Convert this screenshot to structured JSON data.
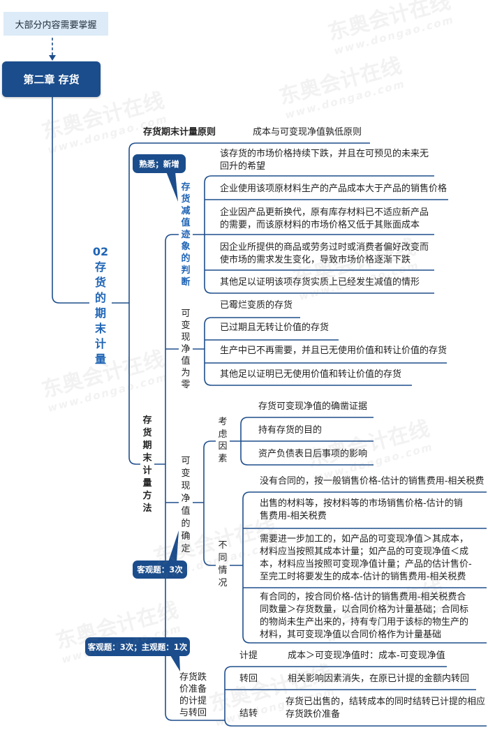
{
  "colors": {
    "accent": "#1b4d8c",
    "line": "#1f4e8c",
    "highlight_text": "#1f64b5",
    "note_bg": "#dcebf7",
    "text": "#222222"
  },
  "note": {
    "text": "大部分内容需要掌握"
  },
  "chapter": {
    "title": "第二章 存货"
  },
  "section": {
    "number": "02",
    "title": "存货的期末计量"
  },
  "principle": {
    "label": "存货期末计量原则",
    "value": "成本与可变现净值孰低原则"
  },
  "method": {
    "label": "存货期末计量方法"
  },
  "badges": {
    "impairment": "熟悉；新增",
    "determination": "客观题：3次",
    "provision": "客观题：3次；主观题：1次"
  },
  "impairment_signs": {
    "label": "存货减值迹象的判断",
    "items": [
      "该存货的市场价格持续下跌，并且在可预见的未来无回升的希望",
      "企业使用该项原材料生产的产品成本大于产品的销售价格",
      "企业因产品更新换代，原有库存材料已不适应新产品的需要，而该原材料的市场价格又低于其账面成本",
      "因企业所提供的商品或劳务过时或消费者偏好改变而使市场的需求发生变化，导致市场价格逐渐下跌",
      "其他足以证明该项存货实质上已经发生减值的情形"
    ]
  },
  "nrv_zero": {
    "label": "可变现净值为零",
    "items": [
      "已霉烂变质的存货",
      "已过期且无转让价值的存货",
      "生产中已不再需要，并且已无使用价值和转让价值的存货",
      "其他足以证明已无使用价值和转让价值的存货"
    ]
  },
  "nrv_determination": {
    "label": "可变现净值的确定",
    "factors": {
      "label": "考虑因素",
      "items": [
        "存货可变现净值的确凿证据",
        "持有存货的目的",
        "资产负债表日后事项的影响"
      ]
    },
    "situations": {
      "label": "不同情况",
      "items": [
        "没有合同的，按一般销售价格-估计的销售费用-相关税费",
        "出售的材料等，按材料等的市场销售价格-估计的销售费用-相关税费",
        "需要进一步加工的，如产品的可变现净值＞其成本，材料应当按照其成本计量；如产品的可变现净值＜成本，材料应当按照可变现净值计量；产品的估计售价-至完工时将要发生的成本-估计的销售费用-相关税费",
        "有合同的，按合同价格-估计的销售费用-相关税费合同数量＞存货数量，以合同价格为计量基础；合同标的物尚未生产出来的，持有专门用于该标的物生产的材料，其可变现净值以合同价格作为计量基础"
      ]
    }
  },
  "provision": {
    "label": "存货跌价准备的计提与转回",
    "items": [
      {
        "label": "计提",
        "text": "成本＞可变现净值时：成本-可变现净值"
      },
      {
        "label": "转回",
        "text": "相关影响因素消失，在原已计提的金额内转回"
      },
      {
        "label": "结转",
        "text": "存货已出售的，结转成本的同时结转已计提的相应存货跌价准备"
      }
    ]
  },
  "watermark": {
    "text": "东奥会计在线",
    "url": "www.dongao.com"
  }
}
